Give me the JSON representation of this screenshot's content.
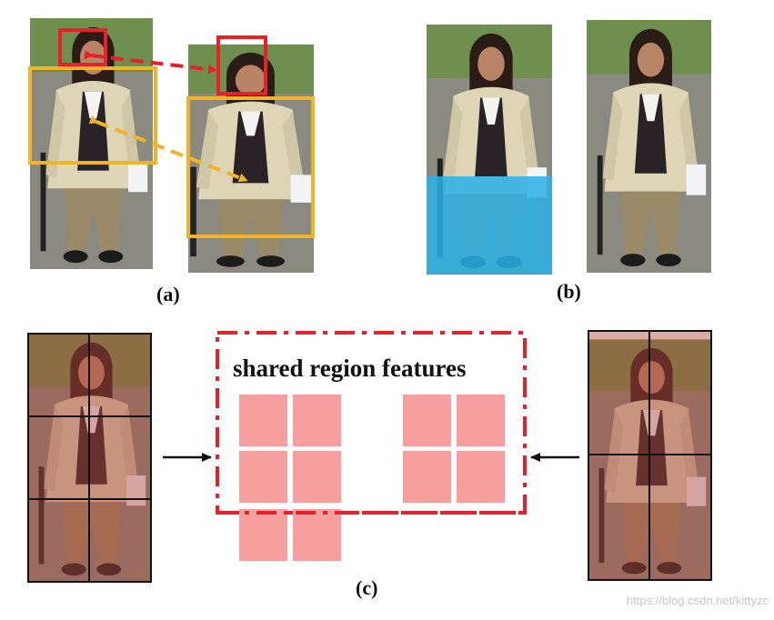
{
  "captions": {
    "a": "(a)",
    "b": "(b)",
    "c": "(c)"
  },
  "shared_region": {
    "title": "shared region features"
  },
  "watermark": "https://blog.csdn.net/kittyzc",
  "colors": {
    "head_box": "#e8202a",
    "body_box": "#f0b429",
    "occlusion": "#2ab0e6",
    "region_tile": "#f79e9e",
    "dash_frame": "#e8202a"
  }
}
